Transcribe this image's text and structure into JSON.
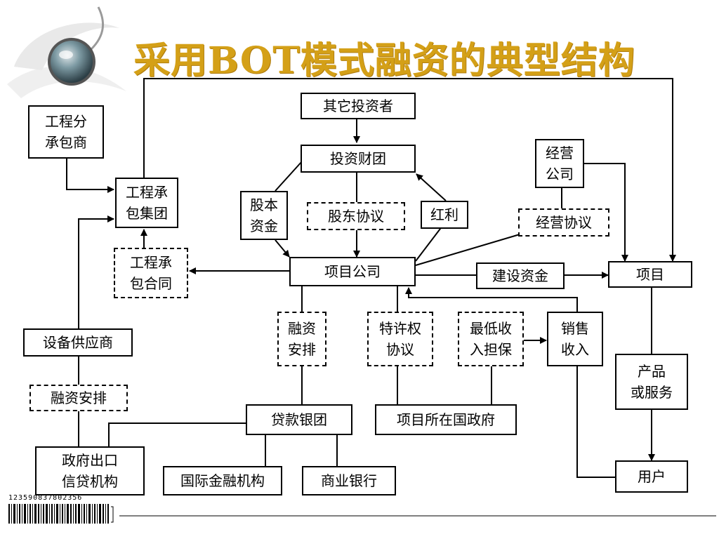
{
  "title": "采用BOT模式融资的典型结构",
  "nodes": {
    "other_investors": "其它投资者",
    "consortium": "投资财团",
    "equity": "股本\n资金",
    "shareholder_agreement": "股东协议",
    "dividend": "红利",
    "operator": "经营\n公司",
    "operating_agreement": "经营协议",
    "subcontractor": "工程分\n承包商",
    "contractor_group": "工程承\n包集团",
    "contract": "工程承\n包合同",
    "project_company": "项目公司",
    "construction_funds": "建设资金",
    "project": "项目",
    "equipment_supplier": "设备供应商",
    "financing_left": "融资安排",
    "export_credit": "政府出口\n信贷机构",
    "financing": "融资\n安排",
    "concession": "特许权\n协议",
    "min_revenue": "最低收\n入担保",
    "sales_revenue": "销售\n收入",
    "products": "产品\n或服务",
    "loan_syndicate": "贷款银团",
    "host_government": "项目所在国政府",
    "intl_finance": "国际金融机构",
    "commercial_bank": "商业银行",
    "users": "用户"
  },
  "barcode_number": "123590837802356",
  "colors": {
    "title": "#d4a017",
    "line": "#000000"
  }
}
